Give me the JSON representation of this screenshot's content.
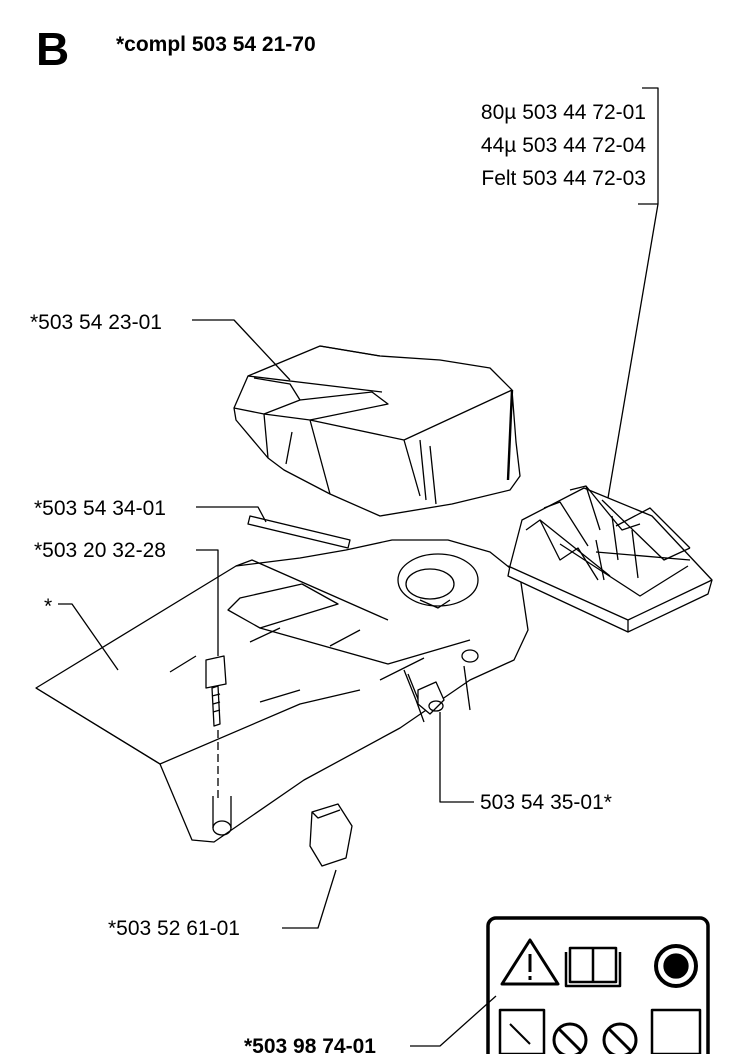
{
  "section": {
    "letter": "B",
    "title": "*compl 503 54 21-70"
  },
  "filter_labels": [
    "80µ 503 44 72-01",
    "44µ 503 44 72-04",
    "Felt 503 44 72-03"
  ],
  "callouts": {
    "top_cover": "*503 54 23-01",
    "seal_strip": "*503 54 34-01",
    "screw": "*503 20 32-28",
    "base_cover": "*",
    "clip": "503 54 35-01*",
    "plate": "*503 52 61-01",
    "decal": "*503 98 74-01"
  }
}
